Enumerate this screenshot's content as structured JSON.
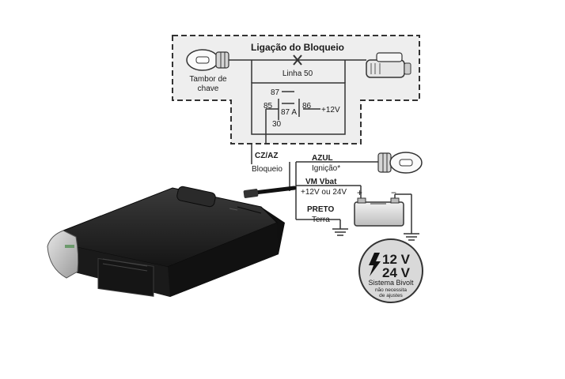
{
  "block_box": {
    "title": "Ligação do Bloqueio",
    "line_label": "Linha 50",
    "ignition_label_line1": "Tambor de",
    "ignition_label_line2": "chave"
  },
  "relay": {
    "pin_87": "87",
    "pin_85": "85",
    "pin_87a": "87 A",
    "pin_86": "86",
    "pin_30": "30",
    "supply": "+12V"
  },
  "wires": {
    "cz_az_title": "CZ/AZ",
    "cz_az_desc": "Bloqueio",
    "azul_title": "AZUL",
    "azul_desc": "Ignição*",
    "vm_title": "VM Vbat",
    "vm_desc": "+12V ou 24V",
    "preto_title": "PRETO",
    "preto_desc": "Terra"
  },
  "battery": {
    "plus": "+",
    "minus": "−"
  },
  "badge": {
    "v12": "12 V",
    "v24": "24 V",
    "line1": "Sistema Bivolt",
    "line2": "não necessita",
    "line3": "de ajustes"
  },
  "colors": {
    "line": "#333333",
    "device": "#1e1e1e",
    "badge_bg": "#d9d9d9",
    "dashed_box_bg": "#eeeeee"
  }
}
